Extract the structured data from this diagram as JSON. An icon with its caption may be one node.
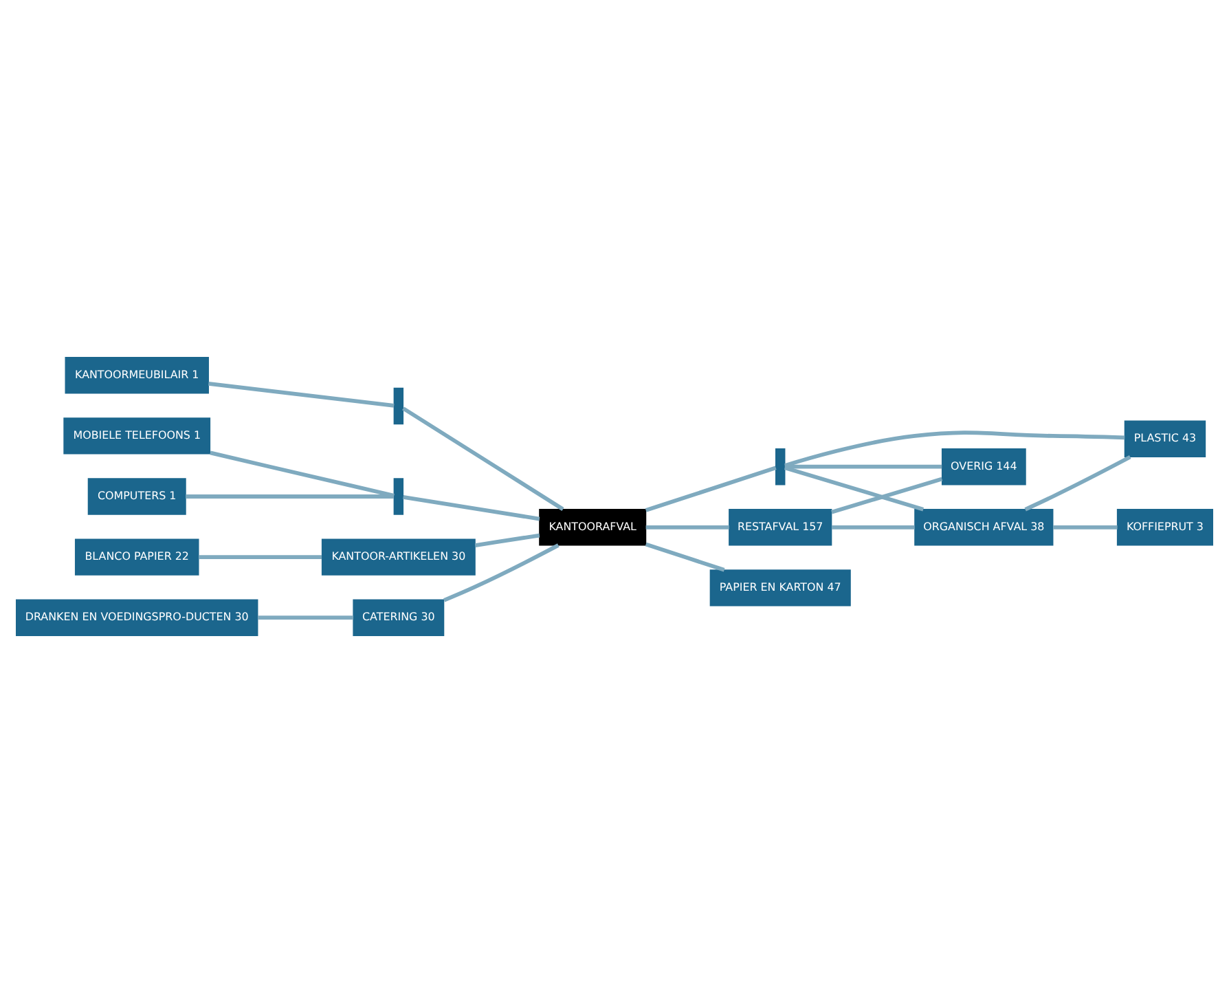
{
  "diagram": {
    "nodes": [
      {
        "text": [
          "KANTOORMEUBILAIR 1"
        ]
      },
      {
        "text": [
          "COMPUTERS 1"
        ]
      },
      {
        "text": [
          "MOBIELE TELEFOONS 1"
        ]
      },
      {
        "text": [
          "BLANCO PAPIER 22"
        ]
      },
      {
        "text": [
          "DRANKEN EN VOEDINGSPRO-DUCTEN 30"
        ]
      },
      {
        "text": [],
        "shape": "bar"
      },
      {
        "text": [],
        "shape": "bar"
      },
      {
        "text": [
          "KANTOOR-ARTIKELEN 30"
        ]
      },
      {
        "text": [
          "CATERING 30"
        ]
      },
      {
        "text": [
          "KANTOORAFVAL"
        ]
      },
      {
        "text": [
          "RESTAFVAL 157"
        ]
      },
      {
        "text": [],
        "shape": "bar"
      },
      {
        "text": [
          "ORGANISCH AFVAL 38"
        ]
      },
      {
        "text": [
          "OVERIG 144"
        ]
      },
      {
        "text": [
          "PLASTIC 43"
        ]
      },
      {
        "text": [
          "KOFFIEPRUT 3"
        ]
      },
      {
        "text": [
          "PAPIER EN KARTON 47"
        ]
      }
    ],
    "edges": [
      {
        "from": 0,
        "to": 5,
        "arrow": "none"
      },
      {
        "from": 1,
        "to": 6,
        "arrow": "none"
      },
      {
        "from": 2,
        "to": 6,
        "arrow": "none"
      },
      {
        "from": 3,
        "to": 7,
        "arrow": "none"
      },
      {
        "from": 4,
        "to": 8,
        "arrow": "none"
      },
      {
        "from": 5,
        "to": 9,
        "arrow": "none"
      },
      {
        "from": 6,
        "to": 9,
        "arrow": "none"
      },
      {
        "from": 7,
        "to": 9,
        "arrow": "none"
      },
      {
        "from": 8,
        "to": 9,
        "arrow": "none"
      },
      {
        "from": 9,
        "to": 10,
        "arrow": "none"
      },
      {
        "from": 9,
        "to": 11,
        "arrow": "none"
      },
      {
        "from": 9,
        "to": 16,
        "arrow": "none"
      },
      {
        "from": 10,
        "to": 13,
        "arrow": "none"
      },
      {
        "from": 10,
        "to": 12,
        "arrow": "none"
      },
      {
        "from": 11,
        "to": 13,
        "arrow": "none"
      },
      {
        "from": 11,
        "to": 14,
        "arrow": "none"
      },
      {
        "from": 11,
        "to": 12,
        "arrow": "none"
      },
      {
        "from": 12,
        "to": 14,
        "arrow": "none"
      },
      {
        "from": 12,
        "to": 15,
        "arrow": "none"
      }
    ]
  }
}
